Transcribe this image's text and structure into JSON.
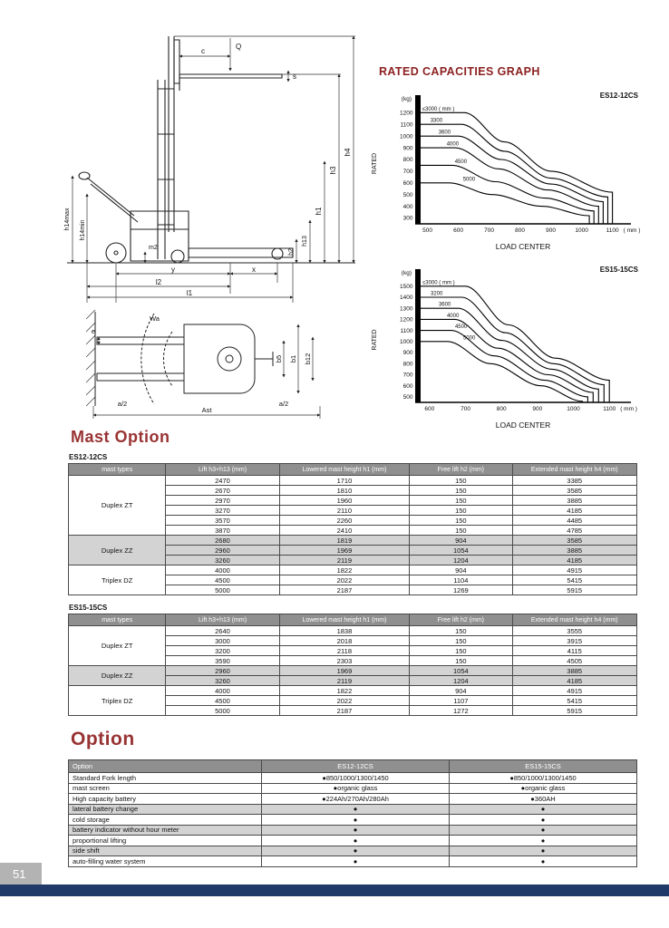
{
  "page": {
    "number": "51"
  },
  "colors": {
    "accent": "#993333",
    "graph_heading": "#8b1f1f",
    "table_header_bg": "#8f8f8f",
    "shaded_row": "#d3d3d3",
    "footer_bar": "#1f3a68",
    "page_tab_bg": "#b3b3b3"
  },
  "graphs": {
    "heading": "RATED CAPACITIES GRAPH"
  },
  "chart_data": [
    {
      "type": "line",
      "title": "ES12-12CS",
      "y_unit": "(kg)",
      "x_unit": "( mm )",
      "ylabel": "RATED",
      "xlabel": "LOAD CENTER",
      "yticks": [
        1200,
        1100,
        1000,
        900,
        800,
        700,
        600,
        500,
        400,
        300
      ],
      "xticks": [
        500,
        600,
        700,
        800,
        900,
        1000,
        1100
      ],
      "ylim": [
        250,
        1280
      ],
      "xlim": [
        460,
        1160
      ],
      "grid": false,
      "legend_position": "inline-left",
      "series": [
        {
          "name": "≤3000",
          "suffix": "( mm )",
          "x": [
            465,
            620,
            750,
            900,
            1100
          ],
          "y": [
            1200,
            1200,
            950,
            700,
            520
          ]
        },
        {
          "name": "3300",
          "x": [
            465,
            610,
            750,
            900,
            1085
          ],
          "y": [
            1100,
            1100,
            870,
            640,
            480
          ]
        },
        {
          "name": "3600",
          "x": [
            465,
            600,
            740,
            900,
            1070
          ],
          "y": [
            1000,
            1000,
            800,
            590,
            440
          ]
        },
        {
          "name": "4000",
          "x": [
            465,
            590,
            730,
            890,
            1055
          ],
          "y": [
            900,
            900,
            720,
            540,
            400
          ]
        },
        {
          "name": "4500",
          "x": [
            465,
            580,
            720,
            880,
            1040
          ],
          "y": [
            750,
            750,
            610,
            470,
            360
          ]
        },
        {
          "name": "5000",
          "x": [
            465,
            570,
            710,
            870,
            1025
          ],
          "y": [
            600,
            600,
            500,
            400,
            320
          ]
        }
      ]
    },
    {
      "type": "line",
      "title": "ES15-15CS",
      "y_unit": "(kg)",
      "x_unit": "( mm )",
      "ylabel": "RATED",
      "xlabel": "LOAD CENTER",
      "yticks": [
        1500,
        1400,
        1300,
        1200,
        1100,
        1000,
        900,
        800,
        700,
        600,
        500
      ],
      "xticks": [
        600,
        700,
        800,
        900,
        1000,
        1100
      ],
      "ylim": [
        450,
        1580
      ],
      "xlim": [
        560,
        1160
      ],
      "grid": false,
      "legend_position": "inline-left",
      "series": [
        {
          "name": "≤3000",
          "suffix": "( mm )",
          "x": [
            565,
            700,
            820,
            950,
            1100
          ],
          "y": [
            1500,
            1500,
            1150,
            850,
            650
          ]
        },
        {
          "name": "3200",
          "x": [
            565,
            690,
            810,
            945,
            1085
          ],
          "y": [
            1400,
            1400,
            1080,
            800,
            610
          ]
        },
        {
          "name": "3600",
          "x": [
            565,
            680,
            800,
            940,
            1070
          ],
          "y": [
            1300,
            1300,
            1010,
            750,
            570
          ]
        },
        {
          "name": "4000",
          "x": [
            565,
            670,
            790,
            930,
            1055
          ],
          "y": [
            1200,
            1200,
            940,
            700,
            540
          ]
        },
        {
          "name": "4500",
          "x": [
            565,
            660,
            780,
            920,
            1040
          ],
          "y": [
            1100,
            1100,
            870,
            650,
            500
          ]
        },
        {
          "name": "5000",
          "x": [
            565,
            650,
            770,
            910,
            1025
          ],
          "y": [
            1000,
            1000,
            800,
            600,
            460
          ]
        }
      ]
    }
  ],
  "drawings": {
    "side_labels": [
      "h14max",
      "h14min",
      "c",
      "Q",
      "s",
      "h4",
      "h3",
      "h1",
      "h13",
      "h2",
      "m2",
      "y",
      "x",
      "l2",
      "l1"
    ],
    "plan_labels": [
      "e",
      "b5",
      "b1",
      "b12",
      "a/2",
      "a/2",
      "Ast",
      "Wa"
    ]
  },
  "mast_section": {
    "heading": "Mast Option",
    "tables": [
      {
        "label": "ES12-12CS",
        "headers": [
          "mast types",
          "Lift  h3+h13  (mm)",
          "Lowered mast height h1  (mm)",
          "Free lift  h2  (mm)",
          "Extended mast height  h4  (mm)"
        ],
        "groups": [
          {
            "type": "Duplex ZT",
            "shaded": false,
            "rows": [
              [
                2470,
                1710,
                150,
                3385
              ],
              [
                2670,
                1810,
                150,
                3585
              ],
              [
                2970,
                1960,
                150,
                3885
              ],
              [
                3270,
                2110,
                150,
                4185
              ],
              [
                3570,
                2260,
                150,
                4485
              ],
              [
                3870,
                2410,
                150,
                4785
              ]
            ]
          },
          {
            "type": "Duplex ZZ",
            "shaded": true,
            "rows": [
              [
                2680,
                1819,
                904,
                3585
              ],
              [
                2960,
                1969,
                1054,
                3885
              ],
              [
                3260,
                2119,
                1204,
                4185
              ]
            ]
          },
          {
            "type": "Triplex DZ",
            "shaded": false,
            "rows": [
              [
                4000,
                1822,
                904,
                4915
              ],
              [
                4500,
                2022,
                1104,
                5415
              ],
              [
                5000,
                2187,
                1269,
                5915
              ]
            ]
          }
        ]
      },
      {
        "label": "ES15-15CS",
        "headers": [
          "mast types",
          "Lift  h3+h13  (mm)",
          "Lowered mast height h1  (mm)",
          "Free lift  h2  (mm)",
          "Extended mast height  h4  (mm)"
        ],
        "groups": [
          {
            "type": "Duplex ZT",
            "shaded": false,
            "rows": [
              [
                2640,
                1838,
                150,
                3555
              ],
              [
                3000,
                2018,
                150,
                3915
              ],
              [
                3200,
                2118,
                150,
                4115
              ],
              [
                3590,
                2303,
                150,
                4505
              ]
            ]
          },
          {
            "type": "Duplex ZZ",
            "shaded": true,
            "rows": [
              [
                2960,
                1969,
                1054,
                3885
              ],
              [
                3260,
                2119,
                1204,
                4185
              ]
            ]
          },
          {
            "type": "Triplex DZ",
            "shaded": false,
            "rows": [
              [
                4000,
                1822,
                904,
                4915
              ],
              [
                4500,
                2022,
                1107,
                5415
              ],
              [
                5000,
                2187,
                1272,
                5915
              ]
            ]
          }
        ]
      }
    ]
  },
  "option_section": {
    "heading": "Option",
    "headers": [
      "Option",
      "ES12-12CS",
      "ES15-15CS"
    ],
    "rows": [
      {
        "label": "Standard Fork length",
        "c1": "●850/1000/1300/1450",
        "c2": "●850/1000/1300/1450",
        "shaded": false
      },
      {
        "label": "mast screen",
        "c1": "●organic glass",
        "c2": "●organic glass",
        "shaded": false
      },
      {
        "label": "High capacity battery",
        "c1": "●224Ah/270Ah/280Ah",
        "c2": "●360AH",
        "shaded": false
      },
      {
        "label": "lateral battery change",
        "c1": "●",
        "c2": "●",
        "shaded": true
      },
      {
        "label": "cold storage",
        "c1": "●",
        "c2": "●",
        "shaded": false
      },
      {
        "label": "battery indicator without hour meter",
        "c1": "●",
        "c2": "●",
        "shaded": true
      },
      {
        "label": "proportional lifting",
        "c1": "●",
        "c2": "●",
        "shaded": false
      },
      {
        "label": "side shift",
        "c1": "●",
        "c2": "●",
        "shaded": true
      },
      {
        "label": "auto-filling water system",
        "c1": "●",
        "c2": "●",
        "shaded": false
      }
    ]
  }
}
